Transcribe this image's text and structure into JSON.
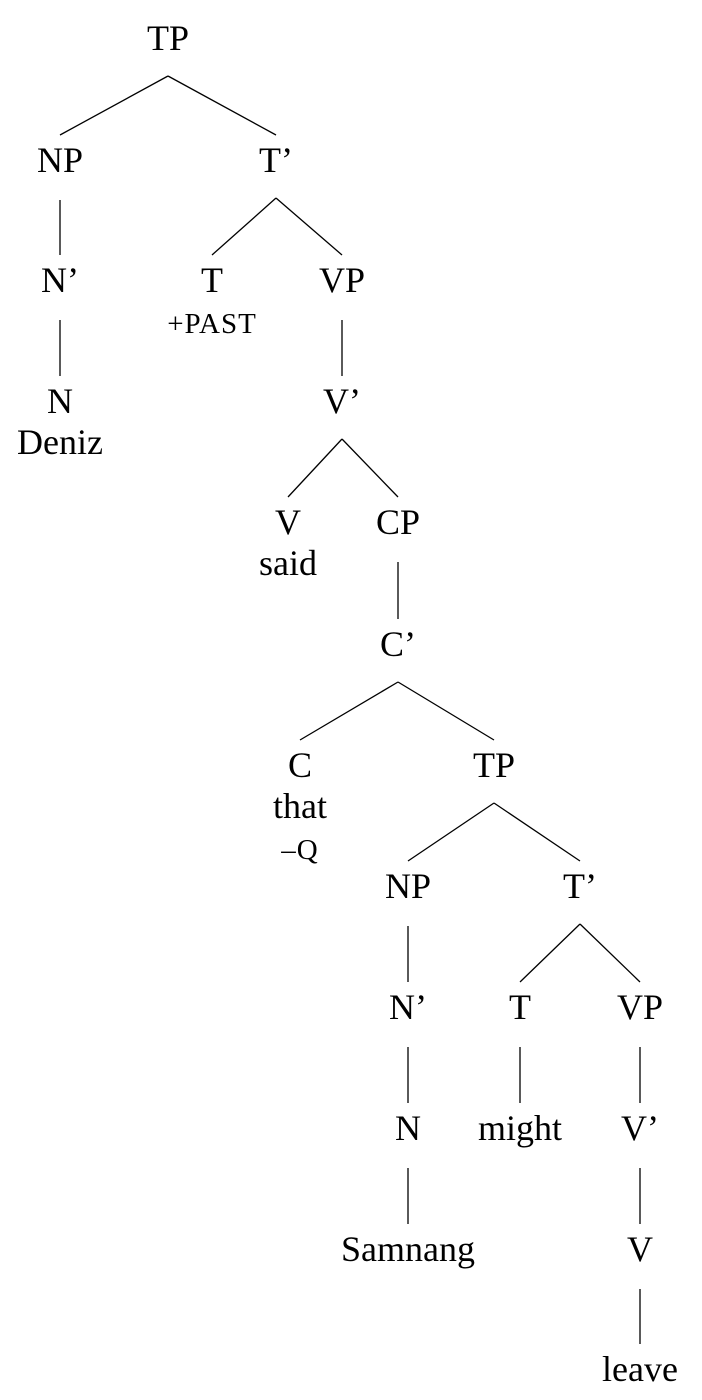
{
  "tree": {
    "root": {
      "label": "TP",
      "children": [
        {
          "label": "NP",
          "children": [
            {
              "label": "N’",
              "children": [
                {
                  "label": "N",
                  "word": "Deniz",
                  "children": []
                }
              ]
            }
          ]
        },
        {
          "label": "T’",
          "children": [
            {
              "label": "T",
              "feature": "+PAST",
              "children": []
            },
            {
              "label": "VP",
              "children": [
                {
                  "label": "V’",
                  "children": [
                    {
                      "label": "V",
                      "word": "said",
                      "children": []
                    },
                    {
                      "label": "CP",
                      "children": [
                        {
                          "label": "C’",
                          "children": [
                            {
                              "label": "C",
                              "word": "that",
                              "feature": "–Q",
                              "children": []
                            },
                            {
                              "label": "TP",
                              "children": [
                                {
                                  "label": "NP",
                                  "children": [
                                    {
                                      "label": "N’",
                                      "children": [
                                        {
                                          "label": "N",
                                          "children": [
                                            {
                                              "label": "Samnang",
                                              "children": []
                                            }
                                          ]
                                        }
                                      ]
                                    }
                                  ]
                                },
                                {
                                  "label": "T’",
                                  "children": [
                                    {
                                      "label": "T",
                                      "children": [
                                        {
                                          "label": "might",
                                          "children": []
                                        }
                                      ]
                                    },
                                    {
                                      "label": "VP",
                                      "children": [
                                        {
                                          "label": "V’",
                                          "children": [
                                            {
                                              "label": "V",
                                              "children": [
                                                {
                                                  "label": "leave",
                                                  "children": []
                                                }
                                              ]
                                            }
                                          ]
                                        }
                                      ]
                                    }
                                  ]
                                }
                              ]
                            }
                          ]
                        }
                      ]
                    }
                  ]
                }
              ]
            }
          ]
        }
      ]
    }
  }
}
